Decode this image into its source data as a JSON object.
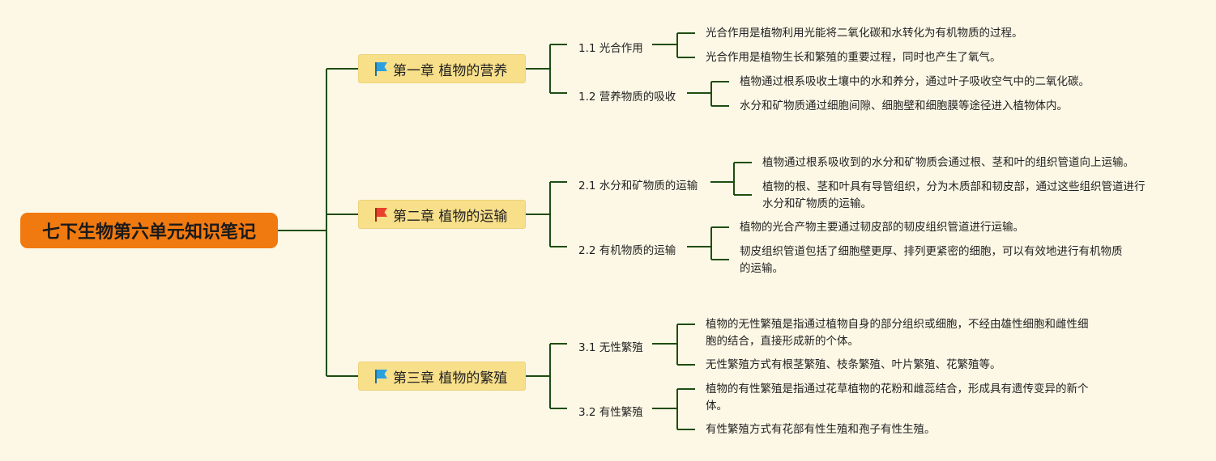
{
  "root": {
    "title": "七下生物第六单元知识笔记"
  },
  "colors": {
    "background": "#fdf8e6",
    "root_fill": "#f07a10",
    "chapter_fill": "#f8df8a",
    "connector": "#1f4d10",
    "flag_blue": "#2aa0de",
    "flag_red": "#e8402a"
  },
  "chapters": [
    {
      "flag": "blue-flag-icon",
      "title": "第一章 植物的营养",
      "sections": [
        {
          "label": "1.1 光合作用",
          "notes": [
            [
              "光合作用是植物利用光能将二氧化碳和水转化为有机物质的过程。"
            ],
            [
              "光合作用是植物生长和繁殖的重要过程，同时也产生了氧气。"
            ]
          ]
        },
        {
          "label": "1.2 营养物质的吸收",
          "notes": [
            [
              "植物通过根系吸收土壤中的水和养分，通过叶子吸收空气中的二氧化碳。"
            ],
            [
              "水分和矿物质通过细胞间隙、细胞壁和细胞膜等途径进入植物体内。"
            ]
          ]
        }
      ]
    },
    {
      "flag": "red-flag-icon",
      "title": "第二章 植物的运输",
      "sections": [
        {
          "label": "2.1 水分和矿物质的运输",
          "notes": [
            [
              "植物通过根系吸收到的水分和矿物质会通过根、茎和叶的组织管道向上运输。"
            ],
            [
              "植物的根、茎和叶具有导管组织，分为木质部和韧皮部，通过这些组织管道进行",
              "水分和矿物质的运输。"
            ]
          ]
        },
        {
          "label": "2.2 有机物质的运输",
          "notes": [
            [
              "植物的光合产物主要通过韧皮部的韧皮组织管道进行运输。"
            ],
            [
              "韧皮组织管道包括了细胞壁更厚、排列更紧密的细胞，可以有效地进行有机物质",
              "的运输。"
            ]
          ]
        }
      ]
    },
    {
      "flag": "blue-flag-icon",
      "title": "第三章 植物的繁殖",
      "sections": [
        {
          "label": "3.1 无性繁殖",
          "notes": [
            [
              "植物的无性繁殖是指通过植物自身的部分组织或细胞，不经由雄性细胞和雌性细",
              "胞的结合，直接形成新的个体。"
            ],
            [
              "无性繁殖方式有根茎繁殖、枝条繁殖、叶片繁殖、花繁殖等。"
            ]
          ]
        },
        {
          "label": "3.2 有性繁殖",
          "notes": [
            [
              "植物的有性繁殖是指通过花草植物的花粉和雌蕊结合，形成具有遗传变异的新个",
              "体。"
            ],
            [
              "有性繁殖方式有花部有性生殖和孢子有性生殖。"
            ]
          ]
        }
      ]
    }
  ]
}
